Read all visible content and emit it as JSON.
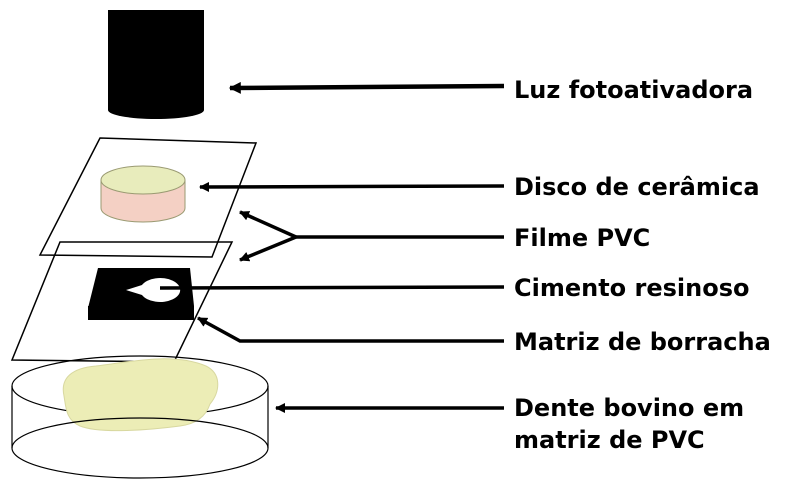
{
  "labels": {
    "light": "Luz fotoativadora",
    "ceramic_disc": "Disco de cerâmica",
    "pvc_film": "Filme PVC",
    "resin_cement": "Cimento resinoso",
    "rubber_matrix": "Matriz de borracha",
    "bovine_tooth_line1": "Dente bovino em",
    "bovine_tooth_line2": "matriz de PVC"
  },
  "colors": {
    "light_cylinder": "#000000",
    "ceramic_top": "#e8ecbc",
    "ceramic_side": "#f4d0c4",
    "matrix_block": "#000000",
    "cement_window": "#ffffff",
    "tooth": "#ecedb6",
    "outline": "#000000"
  }
}
